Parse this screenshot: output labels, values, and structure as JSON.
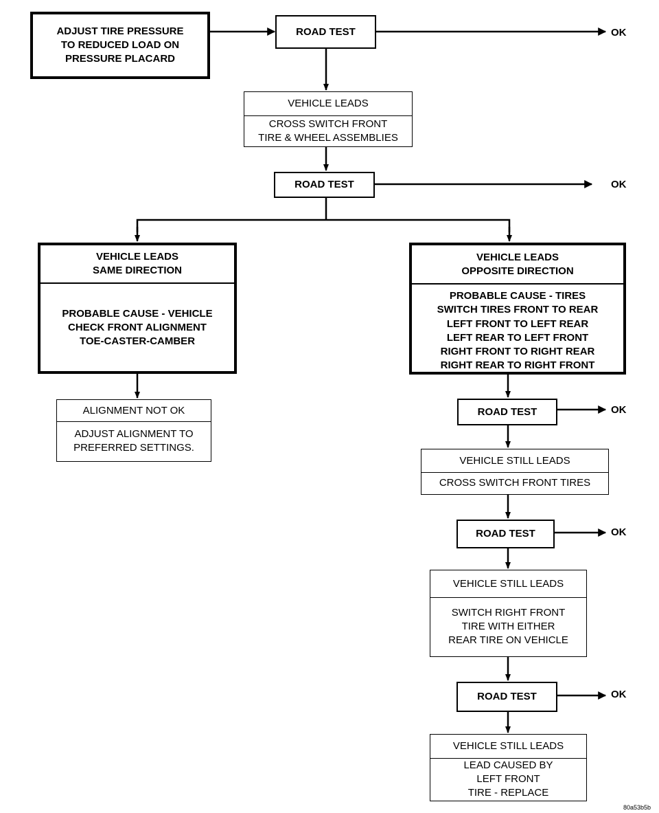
{
  "start_box": {
    "lines": [
      "ADJUST TIRE PRESSURE",
      "TO REDUCED LOAD ON",
      "PRESSURE PLACARD"
    ]
  },
  "road_test_label": "ROAD TEST",
  "ok_label": "OK",
  "step_leads": {
    "header": "VEHICLE LEADS",
    "body": [
      "CROSS SWITCH FRONT",
      "TIRE & WHEEL ASSEMBLIES"
    ]
  },
  "same_direction": {
    "header": [
      "VEHICLE LEADS",
      "SAME DIRECTION"
    ],
    "body": [
      "PROBABLE CAUSE - VEHICLE",
      "CHECK FRONT ALIGNMENT",
      "TOE-CASTER-CAMBER"
    ]
  },
  "opposite_direction": {
    "header": [
      "VEHICLE LEADS",
      "OPPOSITE DIRECTION"
    ],
    "cause": [
      "PROBABLE CAUSE - TIRES",
      "SWITCH TIRES FRONT TO REAR"
    ],
    "moves": [
      "LEFT FRONT TO LEFT REAR",
      "LEFT REAR TO LEFT FRONT",
      "RIGHT FRONT TO RIGHT REAR",
      "RIGHT REAR TO RIGHT FRONT"
    ]
  },
  "alignment": {
    "header": "ALIGNMENT NOT OK",
    "body": [
      "ADJUST ALIGNMENT TO",
      "PREFERRED SETTINGS."
    ]
  },
  "still_leads_1": {
    "header": "VEHICLE STILL LEADS",
    "body": [
      "CROSS SWITCH FRONT TIRES"
    ]
  },
  "still_leads_2": {
    "header": "VEHICLE STILL LEADS",
    "body": [
      "SWITCH RIGHT FRONT",
      "TIRE WITH EITHER",
      "REAR TIRE ON VEHICLE"
    ]
  },
  "still_leads_3": {
    "header": "VEHICLE STILL LEADS",
    "body": [
      "LEAD CAUSED BY",
      "LEFT FRONT",
      "TIRE - REPLACE"
    ]
  },
  "figure_ref": "80a53b5b"
}
